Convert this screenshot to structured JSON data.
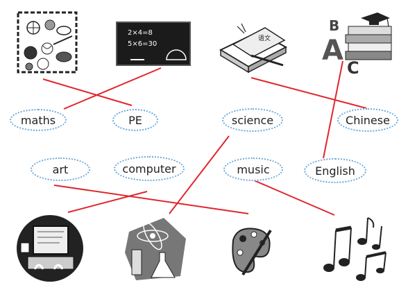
{
  "chalkboard": {
    "line1": "2×4=8",
    "line2": "5×6=30"
  },
  "book": {
    "cover_text": "语文"
  },
  "abc_letters": [
    "B",
    "A",
    "C"
  ],
  "words": {
    "maths": "maths",
    "pe": "PE",
    "science": "science",
    "chinese": "Chinese",
    "art": "art",
    "computer": "computer",
    "music": "music",
    "english": "English"
  },
  "colors": {
    "match_line": "#e0262d",
    "label_border": "#6aa7d8"
  }
}
